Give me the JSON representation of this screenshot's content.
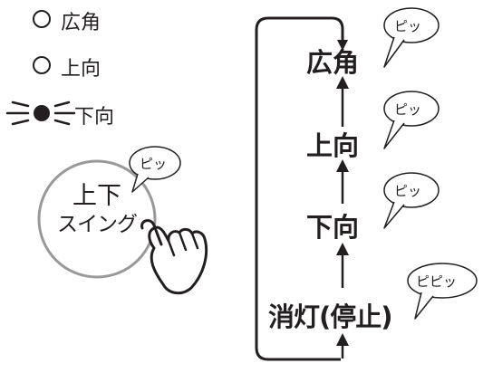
{
  "indicators": {
    "items": [
      {
        "state": "off",
        "label": "広角"
      },
      {
        "state": "off",
        "label": "上向"
      },
      {
        "state": "lit",
        "label": "下向"
      }
    ]
  },
  "button": {
    "line1": "上下",
    "line2": "スイング",
    "sound": "ピッ"
  },
  "sequence": {
    "steps": [
      {
        "label": "広角",
        "sound": "ピッ"
      },
      {
        "label": "上向",
        "sound": "ピッ"
      },
      {
        "label": "下向",
        "sound": "ピッ"
      },
      {
        "label": "消灯(停止)",
        "sound": "ピピッ"
      }
    ]
  },
  "colors": {
    "ink": "#231f20",
    "button_ring": "#999999",
    "background": "#ffffff"
  }
}
